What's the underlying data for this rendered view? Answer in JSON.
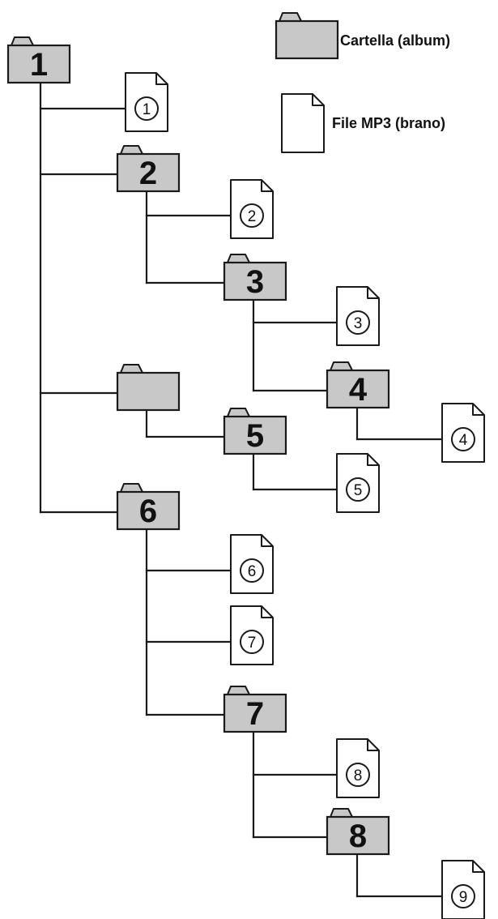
{
  "legend": {
    "folder_label": "Cartella (album)",
    "file_label": "File MP3 (brano)"
  },
  "colors": {
    "folder_fill": "#c8c8c8",
    "file_fill": "#ffffff",
    "stroke": "#1a1a1a",
    "line": "#1a1a1a"
  },
  "icons": {
    "folder": "folder-icon",
    "file": "file-icon"
  },
  "folders": [
    {
      "id": "f1",
      "label": "1",
      "parent": null
    },
    {
      "id": "f2",
      "label": "2",
      "parent": "f1"
    },
    {
      "id": "f3",
      "label": "3",
      "parent": "f2"
    },
    {
      "id": "f4",
      "label": "4",
      "parent": "f3"
    },
    {
      "id": "fx",
      "label": "",
      "parent": "f1"
    },
    {
      "id": "f5",
      "label": "5",
      "parent": "fx"
    },
    {
      "id": "f6",
      "label": "6",
      "parent": "f1"
    },
    {
      "id": "f7",
      "label": "7",
      "parent": "f6"
    },
    {
      "id": "f8",
      "label": "8",
      "parent": "f7"
    }
  ],
  "files": [
    {
      "id": "t1",
      "label": "①",
      "parent": "f1"
    },
    {
      "id": "t2",
      "label": "②",
      "parent": "f2"
    },
    {
      "id": "t3",
      "label": "③",
      "parent": "f3"
    },
    {
      "id": "t4",
      "label": "④",
      "parent": "f4"
    },
    {
      "id": "t5",
      "label": "⑤",
      "parent": "f5"
    },
    {
      "id": "t6",
      "label": "⑥",
      "parent": "f6"
    },
    {
      "id": "t7",
      "label": "⑦",
      "parent": "f6"
    },
    {
      "id": "t8",
      "label": "⑧",
      "parent": "f7"
    },
    {
      "id": "t9",
      "label": "⑨",
      "parent": "f8"
    }
  ]
}
